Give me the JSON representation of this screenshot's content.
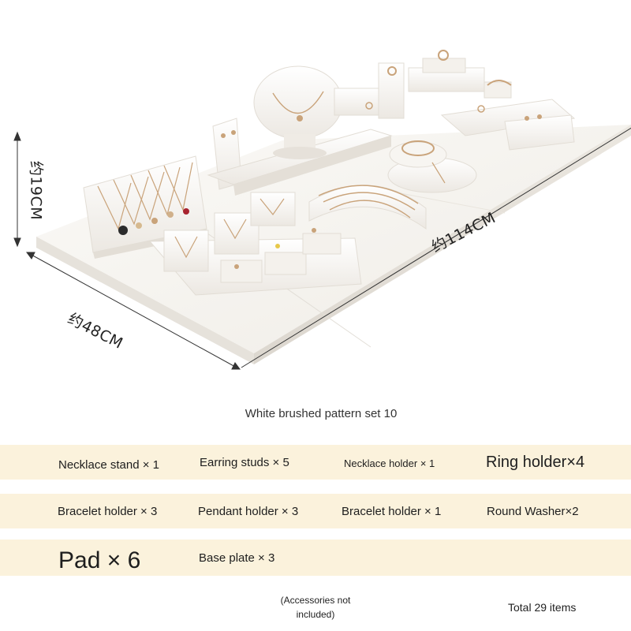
{
  "dimensions": {
    "height": "约19CM",
    "depth": "约48CM",
    "width": "约114CM"
  },
  "set_title": "White brushed pattern set 10",
  "rows": [
    [
      {
        "label": "Necklace stand × 1"
      },
      {
        "label": "Earring studs × 5"
      },
      {
        "label": "Necklace holder × 1"
      },
      {
        "label": "Ring holder×4"
      }
    ],
    [
      {
        "label": "Bracelet holder × 3"
      },
      {
        "label": "Pendant holder × 3"
      },
      {
        "label": "Bracelet holder × 1"
      },
      {
        "label": "Round Washer×2"
      }
    ],
    [
      {
        "label": "Pad × 6"
      },
      {
        "label": "Base plate × 3"
      }
    ]
  ],
  "footnote": "(Accessories not included)",
  "total": "Total 29 items",
  "colors": {
    "band": "#fbf2dc",
    "display_white": "#f7f5f1",
    "display_shadow": "#e4e0d9",
    "gold": "#c9a37a"
  }
}
